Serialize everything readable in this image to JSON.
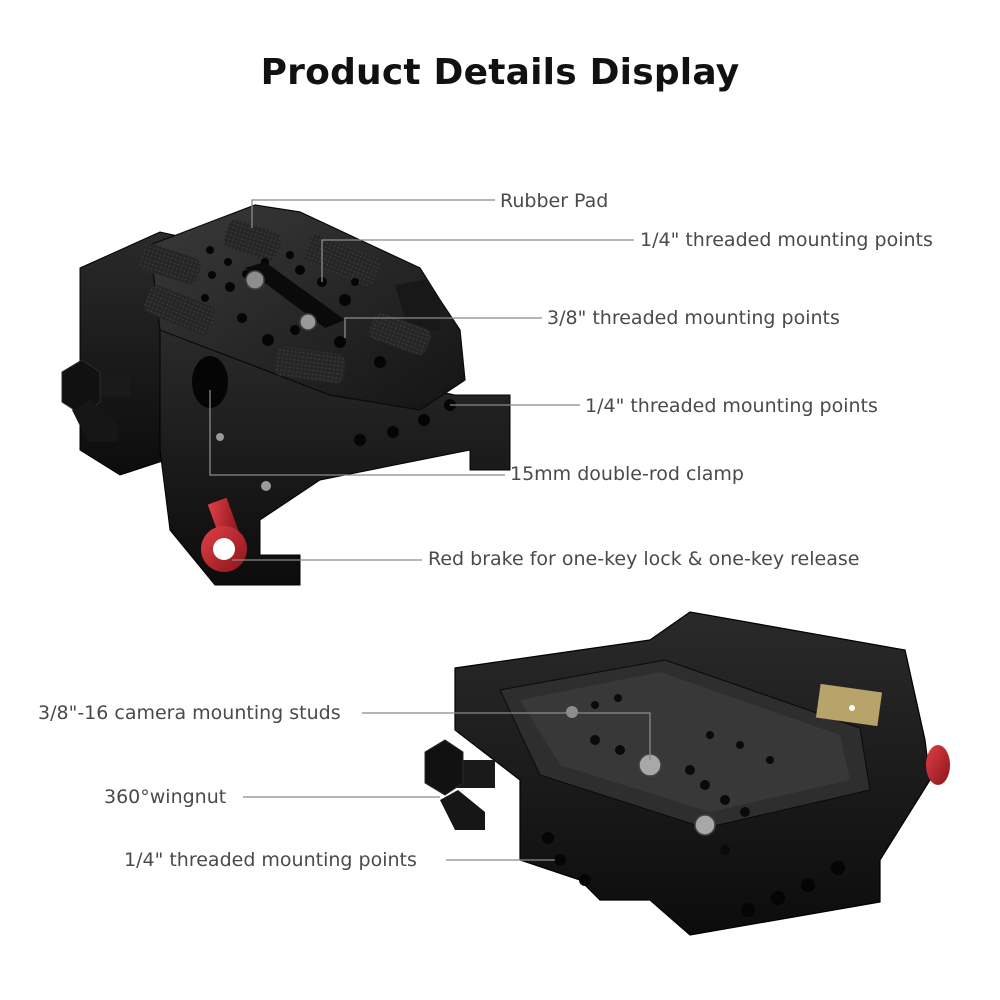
{
  "page": {
    "title": "Product Details Display"
  },
  "callouts": {
    "top": [
      {
        "id": "rubber-pad",
        "text": "Rubber Pad"
      },
      {
        "id": "quarter-threaded-1",
        "text": "1/4\" threaded mounting points"
      },
      {
        "id": "three-eighths-threaded",
        "text": "3/8\" threaded mounting points"
      },
      {
        "id": "quarter-threaded-2",
        "text": "1/4\" threaded mounting points"
      },
      {
        "id": "rod-clamp",
        "text": "15mm double-rod clamp"
      },
      {
        "id": "red-brake",
        "text": "Red brake for one-key lock & one-key release"
      }
    ],
    "bottom": [
      {
        "id": "camera-studs",
        "text": "3/8\"-16 camera mounting studs"
      },
      {
        "id": "wingnut",
        "text": "360°wingnut"
      },
      {
        "id": "quarter-threaded-3",
        "text": "1/4\" threaded mounting points"
      }
    ]
  },
  "colors": {
    "metal": "#1f1f1f",
    "metal_edge": "#3a3a3a",
    "accent_red": "#c0262b",
    "brass": "#b8a36a",
    "callout_line": "#8a8a8a",
    "label_text": "#4a4a4a"
  }
}
